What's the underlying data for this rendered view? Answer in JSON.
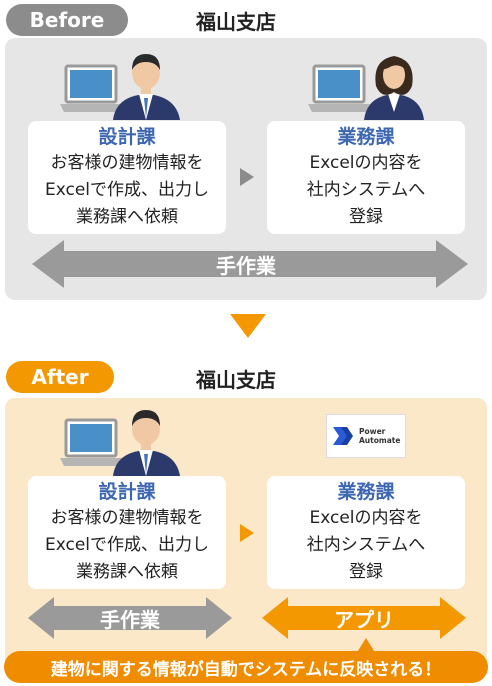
{
  "colors": {
    "before_panel": "#e6e6e6",
    "after_panel": "#fbe8c8",
    "before_pill": "#8c8c8c",
    "after_pill": "#f39800",
    "gray_arrow": "#9a9a9a",
    "orange_arrow": "#f39800",
    "dept_text": "#3e67b2"
  },
  "before": {
    "label": "Before",
    "branch": "福山支店",
    "left_card": {
      "dept": "設計課",
      "desc": "お客様の建物情報を\nExcelで作成、出力し\n業務課へ依頼"
    },
    "right_card": {
      "dept": "業務課",
      "desc": "Excelの内容を\n社内システムへ\n登録"
    },
    "process_arrow": "手作業"
  },
  "after": {
    "label": "After",
    "branch": "福山支店",
    "left_card": {
      "dept": "設計課",
      "desc": "お客様の建物情報を\nExcelで作成、出力し\n業務課へ依頼"
    },
    "right_card": {
      "dept": "業務課",
      "desc": "Excelの内容を\n社内システムへ\n登録"
    },
    "manual_arrow": "手作業",
    "app_arrow": "アプリ",
    "logo_text": "Power\nAutomate",
    "logo_icon": "power-automate-icon"
  },
  "banner": "建物に関する情報が自動でシステムに反映される！",
  "icons": [
    "laptop-icon",
    "businessman-icon",
    "businesswoman-icon",
    "triangle-right-icon",
    "triangle-down-icon"
  ]
}
